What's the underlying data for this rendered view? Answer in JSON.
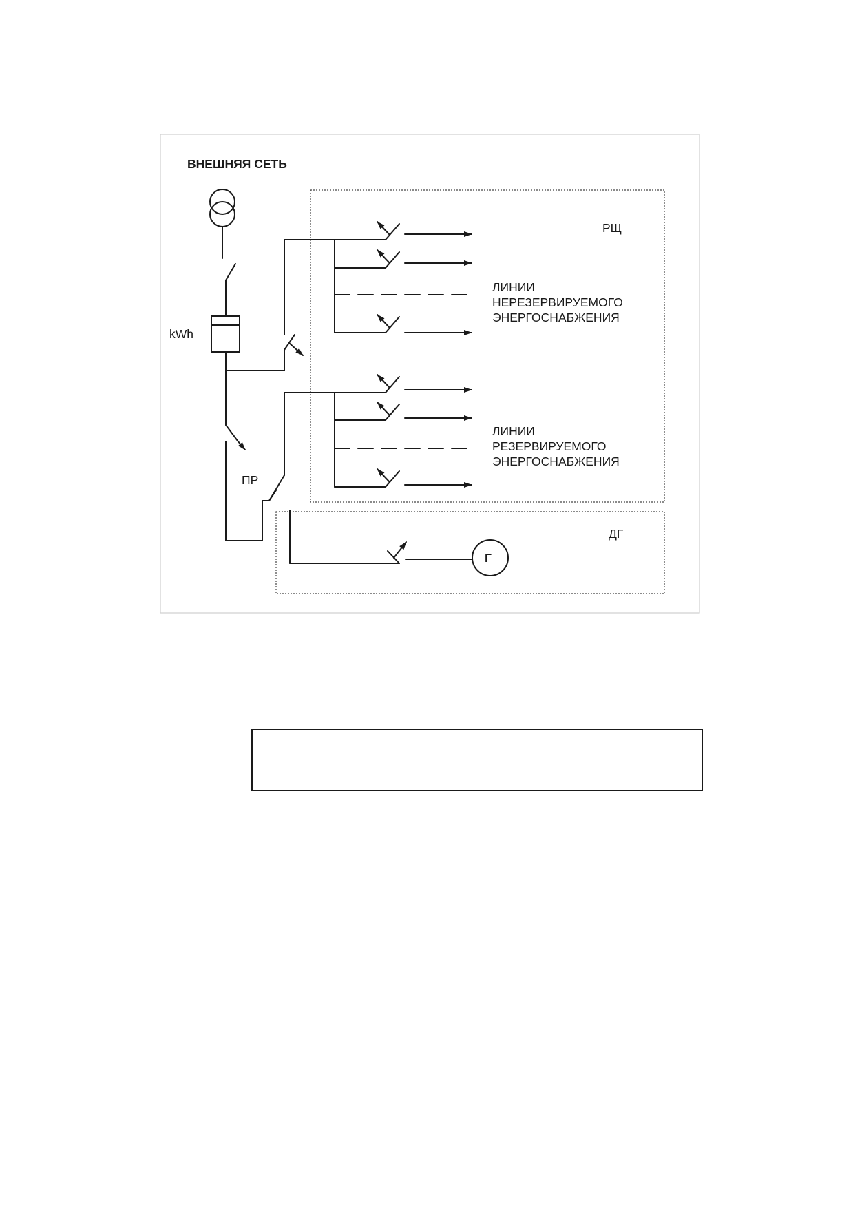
{
  "diagram": {
    "external_network_label": "ВНЕШНЯЯ СЕТЬ",
    "meter_label": "kWh",
    "switchboard_label": "РЩ",
    "transfer_switch_label": "ПР",
    "generator_block_label": "ДГ",
    "generator_symbol": "Г",
    "nonreserved_lines_label": [
      "ЛИНИИ",
      "НЕРЕЗЕРВИРУЕМОГО",
      "ЭНЕРГОСНАБЖЕНИЯ"
    ],
    "reserved_lines_label": [
      "ЛИНИИ",
      "РЕЗЕРВИРУЕМОГО",
      "ЭНЕРГОСНАБЖЕНИЯ"
    ]
  }
}
